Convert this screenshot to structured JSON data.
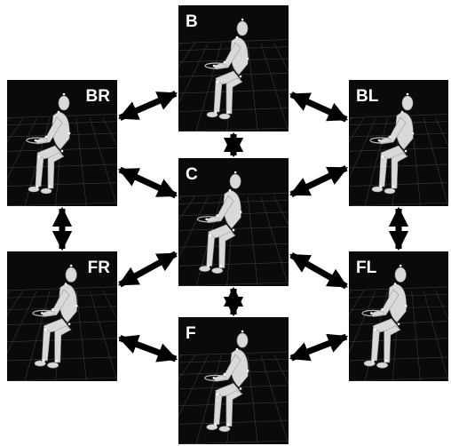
{
  "diagram": {
    "nodes": [
      {
        "id": "B",
        "label": "B"
      },
      {
        "id": "BR",
        "label": "BR"
      },
      {
        "id": "BL",
        "label": "BL"
      },
      {
        "id": "C",
        "label": "C"
      },
      {
        "id": "FR",
        "label": "FR"
      },
      {
        "id": "FL",
        "label": "FL"
      },
      {
        "id": "F",
        "label": "F"
      }
    ],
    "edges": [
      [
        "BR",
        "B"
      ],
      [
        "B",
        "BL"
      ],
      [
        "BR",
        "C"
      ],
      [
        "C",
        "BL"
      ],
      [
        "FR",
        "C"
      ],
      [
        "C",
        "FL"
      ],
      [
        "FR",
        "F"
      ],
      [
        "F",
        "FL"
      ],
      [
        "B",
        "C"
      ],
      [
        "C",
        "F"
      ],
      [
        "BR",
        "FR"
      ],
      [
        "BL",
        "FL"
      ]
    ]
  }
}
